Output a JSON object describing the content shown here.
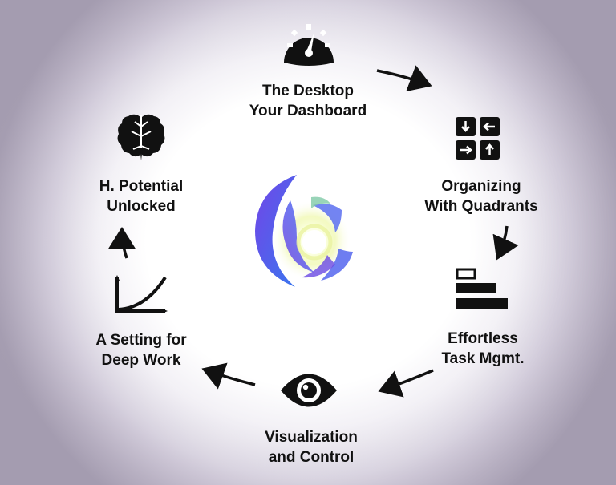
{
  "steps": [
    {
      "id": "desktop",
      "line1": "The Desktop",
      "line2": "Your Dashboard",
      "icon": "gauge-icon"
    },
    {
      "id": "quadrants",
      "line1": "Organizing",
      "line2": "With Quadrants",
      "icon": "quadrant-arrows-icon"
    },
    {
      "id": "tasks",
      "line1": "Effortless",
      "line2": "Task Mgmt.",
      "icon": "task-bars-icon"
    },
    {
      "id": "visualization",
      "line1": "Visualization",
      "line2": "and Control",
      "icon": "eye-icon"
    },
    {
      "id": "deepwork",
      "line1": "A Setting for",
      "line2": "Deep Work",
      "icon": "growth-curve-icon"
    },
    {
      "id": "potential",
      "line1": "H. Potential",
      "line2": "Unlocked",
      "icon": "brain-icon"
    }
  ],
  "center_logo": "swirl-logo",
  "colors": {
    "text": "#111111",
    "icon": "#111111",
    "logo_violet": "#5b2ed6",
    "logo_blue": "#3c7bf0",
    "logo_glow": "#f4f7a8"
  }
}
